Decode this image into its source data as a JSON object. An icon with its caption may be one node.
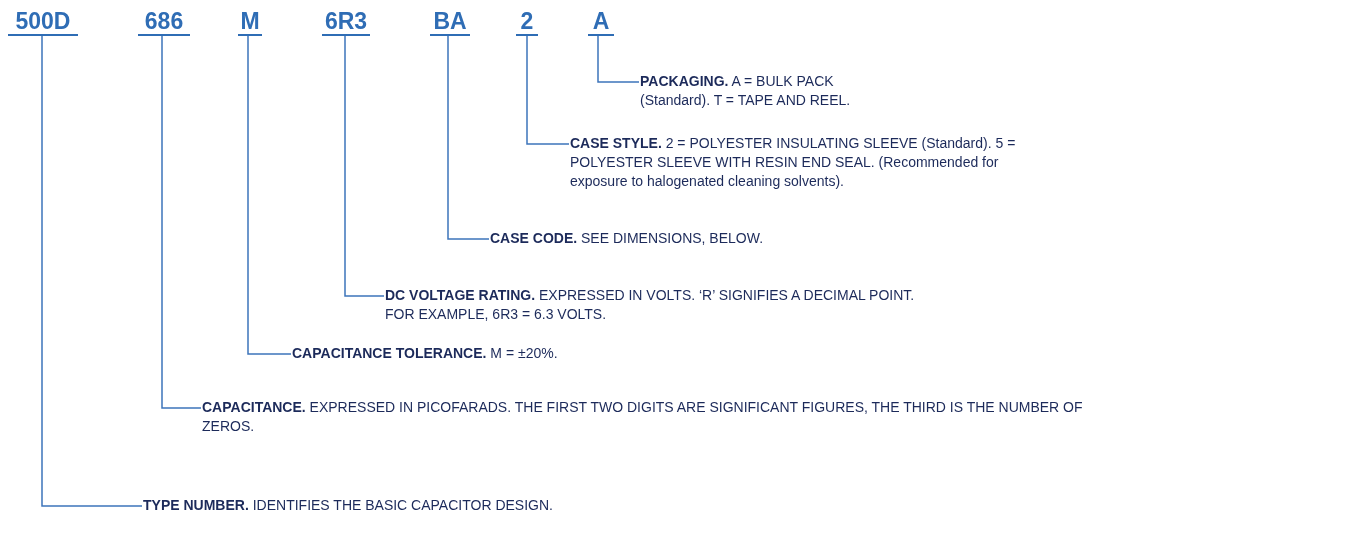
{
  "diagram": {
    "nodes": [
      {
        "text": [
          "500D"
        ]
      },
      {
        "text": [
          "686"
        ]
      },
      {
        "text": [
          "M"
        ]
      },
      {
        "text": [
          "6R3"
        ]
      },
      {
        "text": [
          "BA"
        ]
      },
      {
        "text": [
          "2"
        ]
      },
      {
        "text": [
          "A"
        ]
      },
      {
        "text": [
          "PACKAGING.",
          "A = BULK PACK (Standard). T = TAPE AND REEL."
        ]
      },
      {
        "text": [
          "CASE STYLE.",
          "2 = POLYESTER INSULATING SLEEVE (Standard). 5 = POLYESTER SLEEVE WITH RESIN END SEAL. (Recommended for exposure to halogenated cleaning solvents)."
        ]
      },
      {
        "text": [
          "CASE CODE.",
          "SEE DIMENSIONS, BELOW."
        ]
      },
      {
        "text": [
          "DC VOLTAGE RATING.",
          "EXPRESSED IN VOLTS. ‘R’ SIGNIFIES A DECIMAL POINT. FOR EXAMPLE, 6R3 = 6.3 VOLTS."
        ]
      },
      {
        "text": [
          "CAPACITANCE TOLERANCE.",
          "M = ±20%."
        ]
      },
      {
        "text": [
          "CAPACITANCE.",
          "EXPRESSED IN PICOFARADS. THE FIRST TWO DIGITS ARE SIGNIFICANT FIGURES, THE THIRD IS THE NUMBER OF ZEROS."
        ]
      },
      {
        "text": [
          "TYPE NUMBER.",
          "IDENTIFIES THE BASIC CAPACITOR DESIGN."
        ]
      }
    ],
    "edges": [
      {
        "from": 6,
        "to": 7,
        "arrow": "none"
      },
      {
        "from": 5,
        "to": 8,
        "arrow": "none"
      },
      {
        "from": 4,
        "to": 9,
        "arrow": "none"
      },
      {
        "from": 3,
        "to": 10,
        "arrow": "none"
      },
      {
        "from": 2,
        "to": 11,
        "arrow": "none"
      },
      {
        "from": 1,
        "to": 12,
        "arrow": "none"
      },
      {
        "from": 0,
        "to": 13,
        "arrow": "none"
      }
    ]
  }
}
